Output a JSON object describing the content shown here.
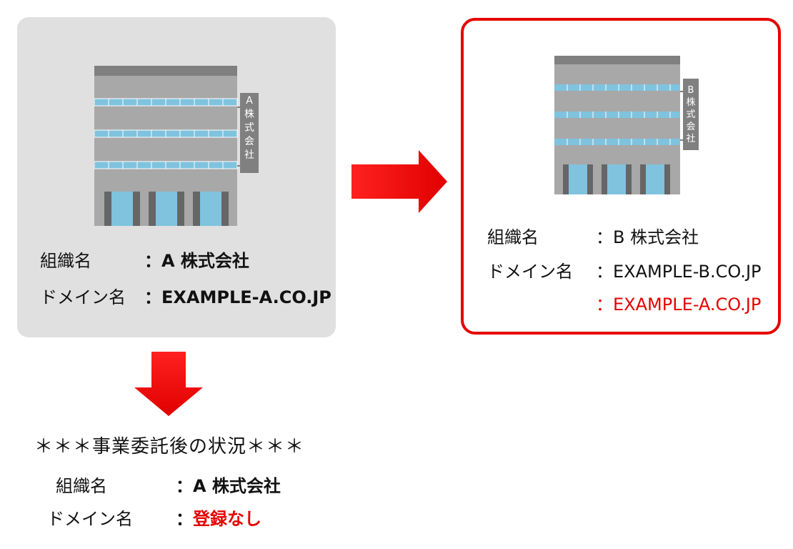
{
  "colors": {
    "accent": "#e60000",
    "card_bg": "#e0e0e0",
    "building": "#a8a8a8",
    "window": "#7fc3de"
  },
  "org_a": {
    "sign": [
      "A",
      "株",
      "式",
      "会",
      "社"
    ],
    "org_label": "組織名",
    "org_value": "：A 株式会社",
    "domain_label": "ドメイン名",
    "domain_value": "：EXAMPLE-A.CO.JP"
  },
  "org_b": {
    "sign": [
      "B",
      "株",
      "式",
      "会",
      "社"
    ],
    "org_label": "組織名",
    "org_value": "：B 株式会社",
    "domain_label": "ドメイン名",
    "domain_value": "：EXAMPLE-B.CO.JP",
    "domain_value_2": "：EXAMPLE-A.CO.JP"
  },
  "after": {
    "heading": "＊＊＊事業委託後の状況＊＊＊",
    "org_label": "組織名",
    "org_value": "：A 株式会社",
    "domain_label": "ドメイン名",
    "domain_colon": "：",
    "domain_value": "登録なし"
  }
}
